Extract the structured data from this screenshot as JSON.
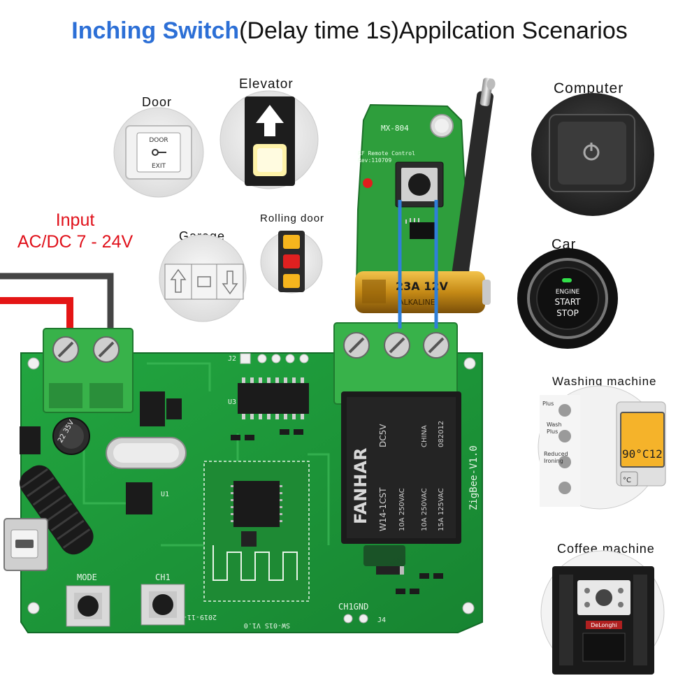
{
  "title": {
    "highlight": "Inching Switch",
    "rest": "(Delay time 1s)Appilcation Scenarios"
  },
  "input": {
    "line1": "Input",
    "line2": "AC/DC 7 - 24V"
  },
  "scenarios": {
    "door": "Door",
    "elevator": "Elevator",
    "garage": "Garage",
    "rolling_door": "Rolling door",
    "computer": "Computer",
    "car": "Car",
    "washing_machine": "Washing machine",
    "coffee_machine": "Coffee machine"
  },
  "door_panel": {
    "top": "DOOR",
    "bottom": "EXIT"
  },
  "car_button": {
    "line1": "ENGINE",
    "line2": "START",
    "line3": "STOP"
  },
  "washer": {
    "display": "90°C12",
    "unit": "°C",
    "options": [
      "Plus",
      "Wash",
      "Plus",
      "Reduced",
      "Ironing"
    ]
  },
  "coffee": {
    "brand": "DeLonghi"
  },
  "remote": {
    "model": "MX-804",
    "line1": "RF Remote Control",
    "line2": "Rev:110709",
    "battery": "23A 12V",
    "battery_brand": "ALKALINE"
  },
  "pcb": {
    "relay_brand": "FANHAR",
    "relay_model": "W14-1CST",
    "relay_voltage": "DC5V",
    "relay_rating1": "10A 250VAC",
    "relay_rating2": "10A 250VAC",
    "relay_rating3": "15A 125VAC",
    "relay_made": "CHINA",
    "relay_code": "082012",
    "board_label": "ZigBee-V1.0",
    "module_label": "SW-01S V1.0",
    "module_date": "2019-11-08",
    "mode_label": "MODE",
    "ch1_label": "CH1",
    "ch1gnd_label": "CH1GND",
    "j4_label": "J4",
    "cap_label": "22 35V",
    "j2_label": "J2",
    "u3_label": "U3",
    "u1_label": "U1"
  },
  "colors": {
    "accent_blue": "#2c6fd6",
    "input_red": "#e0101a",
    "pcb_green": "#1f9a3a",
    "terminal_green": "#38b24a",
    "relay_black": "#1b1b1b",
    "wire_blue": "#2f7fd8"
  }
}
